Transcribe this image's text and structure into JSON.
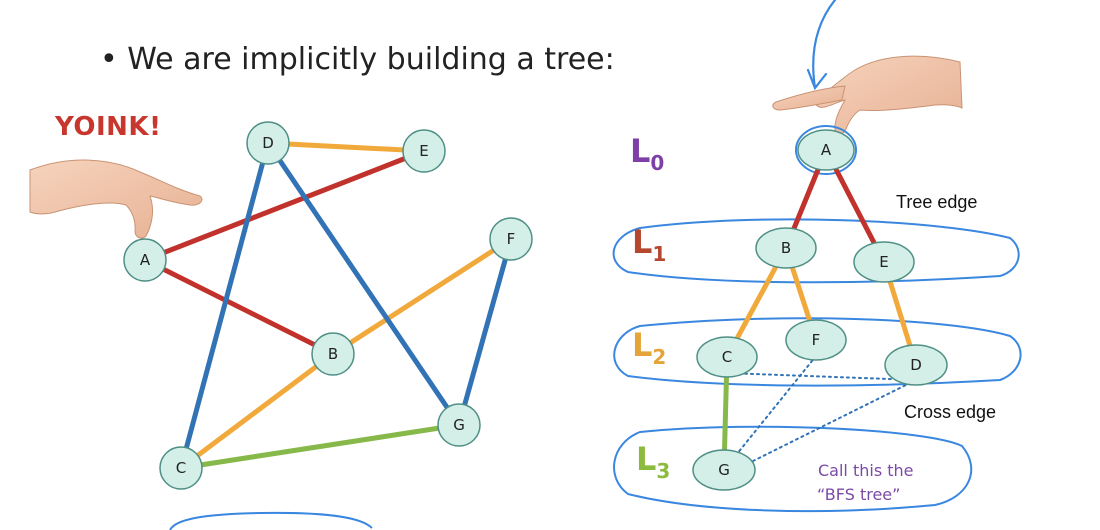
{
  "bullet": "We are implicitly building a tree:",
  "yoink": "YOINK!",
  "colors": {
    "red": "#c0322b",
    "orange": "#f2a93b",
    "blue": "#3173b5",
    "green": "#86b84a",
    "node_fill": "#d3efe7",
    "node_stroke": "#4f8f86",
    "annot": "#3a87e0"
  },
  "graph": {
    "nodes": [
      "A",
      "B",
      "C",
      "D",
      "E",
      "F",
      "G"
    ],
    "edges": [
      [
        "A",
        "E",
        "red"
      ],
      [
        "A",
        "B",
        "red"
      ],
      [
        "D",
        "E",
        "orange"
      ],
      [
        "B",
        "F",
        "orange"
      ],
      [
        "B",
        "C",
        "orange"
      ],
      [
        "D",
        "C",
        "blue"
      ],
      [
        "D",
        "G",
        "blue"
      ],
      [
        "F",
        "G",
        "blue"
      ],
      [
        "C",
        "G",
        "green"
      ]
    ]
  },
  "tree": {
    "levels": [
      {
        "letter": "L",
        "sub": "0",
        "color": "#7e3fa8"
      },
      {
        "letter": "L",
        "sub": "1",
        "color": "#b5472e"
      },
      {
        "letter": "L",
        "sub": "2",
        "color": "#e4a43a"
      },
      {
        "letter": "L",
        "sub": "3",
        "color": "#8dbb3f"
      }
    ],
    "tree_edges": [
      [
        "A",
        "B",
        "red"
      ],
      [
        "A",
        "E",
        "red"
      ],
      [
        "B",
        "C",
        "orange"
      ],
      [
        "B",
        "F",
        "orange"
      ],
      [
        "E",
        "D",
        "orange"
      ],
      [
        "C",
        "G",
        "green"
      ]
    ],
    "cross_edges": [
      [
        "C",
        "D"
      ],
      [
        "F",
        "G"
      ],
      [
        "D",
        "G"
      ]
    ],
    "tree_edge_label": "Tree edge",
    "cross_edge_label": "Cross edge",
    "callout_line1": "Call this the",
    "callout_line2": "“BFS tree”"
  }
}
